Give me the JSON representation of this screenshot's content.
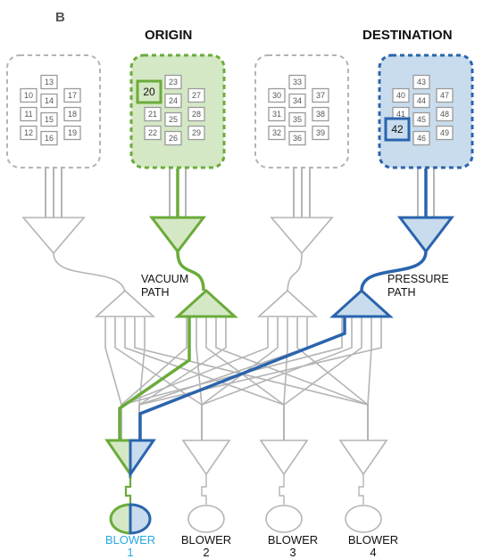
{
  "panel_label": "B",
  "headers": {
    "origin": "ORIGIN",
    "destination": "DESTINATION"
  },
  "stations": [
    {
      "cells": [
        "10",
        "11",
        "12",
        "13",
        "14",
        "15",
        "16",
        "17",
        "18",
        "19"
      ],
      "highlight": null,
      "state": "idle"
    },
    {
      "cells": [
        "20",
        "21",
        "22",
        "23",
        "24",
        "25",
        "26",
        "27",
        "28",
        "29"
      ],
      "highlight": "20",
      "state": "origin"
    },
    {
      "cells": [
        "30",
        "31",
        "32",
        "33",
        "34",
        "35",
        "36",
        "37",
        "38",
        "39"
      ],
      "highlight": null,
      "state": "idle"
    },
    {
      "cells": [
        "40",
        "41",
        "42",
        "43",
        "44",
        "45",
        "46",
        "47",
        "48",
        "49"
      ],
      "highlight": "42",
      "state": "destination"
    }
  ],
  "paths": {
    "vacuum_line1": "VACUUM",
    "vacuum_line2": "PATH",
    "pressure_line1": "PRESSURE",
    "pressure_line2": "PATH"
  },
  "blowers": [
    {
      "line1": "BLOWER",
      "line2": "1",
      "active": true
    },
    {
      "line1": "BLOWER",
      "line2": "2",
      "active": false
    },
    {
      "line1": "BLOWER",
      "line2": "3",
      "active": false
    },
    {
      "line1": "BLOWER",
      "line2": "4",
      "active": false
    }
  ],
  "colors": {
    "origin": "#6aab3a",
    "origin_fill": "#d5e8c6",
    "destination": "#2a64ad",
    "destination_fill": "#c8dced",
    "idle": "#b4b4b4",
    "active_label": "#29a8e0"
  }
}
